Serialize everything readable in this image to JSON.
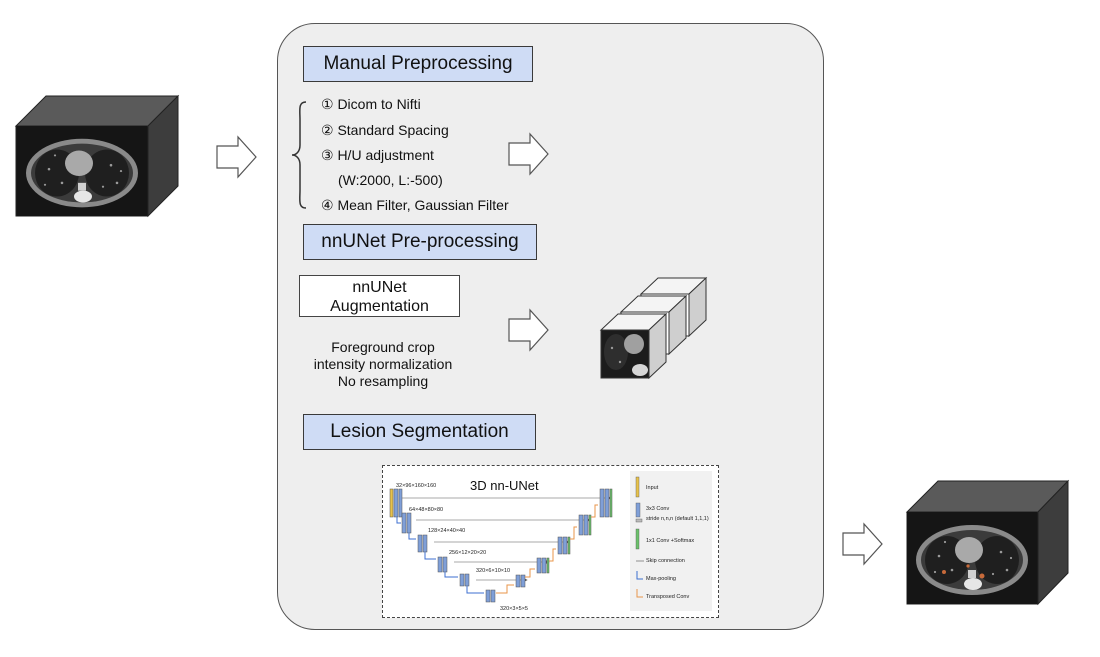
{
  "sections": {
    "manual": {
      "title": "Manual Preprocessing",
      "steps": [
        "① Dicom to Nifti",
        "② Standard Spacing",
        "③ H/U adjustment",
        "(W:2000, L:-500)",
        "④ Mean Filter, Gaussian Filter"
      ]
    },
    "nnunet": {
      "title": "nnUNet Pre-processing",
      "augmentation": [
        "nnUNet",
        "Augmentation"
      ],
      "notes": [
        "Foreground crop",
        "intensity normalization",
        "No resampling"
      ]
    },
    "lesion": {
      "title": "Lesion Segmentation",
      "architecture": {
        "title": "3D nn-UNet",
        "levels": [
          "32×96×160×160",
          "64×48×80×80",
          "128×24×40×40",
          "256×12×20×20",
          "320×6×10×10",
          "320×3×5×5"
        ],
        "legend": [
          {
            "label": "Input",
            "color": "#e8c24a"
          },
          {
            "label": "3x3 Conv",
            "color": "#7f9fd8"
          },
          {
            "label": "stride n,n,n (default 1,1,1)",
            "color": "#bbbbbb"
          },
          {
            "label": "1x1 Conv +Softmax",
            "color": "#6cc26c"
          },
          {
            "label": "Skip connection",
            "color": "#666666"
          },
          {
            "label": "Max-pooling",
            "color": "#3c6fd0"
          },
          {
            "label": "Transposed Conv",
            "color": "#e8954a"
          }
        ]
      }
    }
  },
  "colors": {
    "panel_bg": "#eeeeee",
    "header_bg": "#cfdcf5",
    "cube_side": "#3d3d3d",
    "cube_top": "#4f4f4f",
    "ct_bg": "#1a1a1a",
    "lesion": "#c86a3a"
  },
  "icons": [
    "arrow-right-icon",
    "ct-volume-cube",
    "patch-cubes",
    "brace-icon"
  ]
}
